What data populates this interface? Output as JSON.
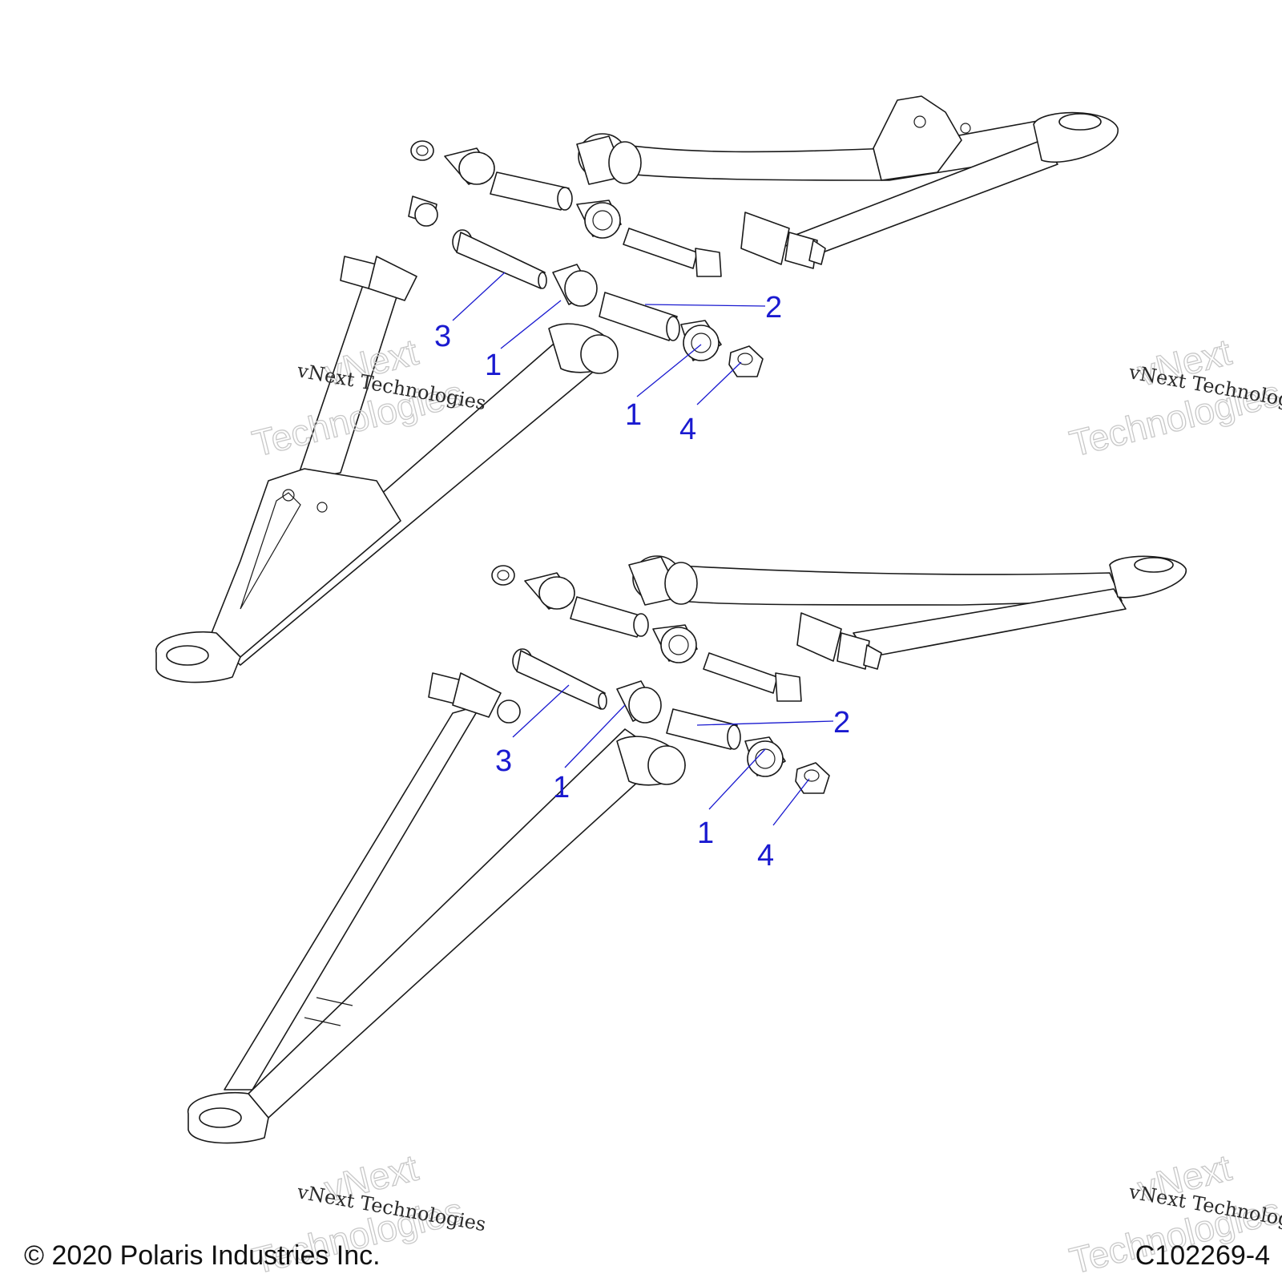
{
  "footer": {
    "copyright": "© 2020 Polaris Industries Inc.",
    "illustration_id": "C102269-4"
  },
  "watermarks": {
    "line1": "vNext",
    "line2": "Technologies",
    "caption": "vNext Technologies"
  },
  "callouts": {
    "upper": {
      "c1a": "1",
      "c1b": "1",
      "c2": "2",
      "c3": "3",
      "c4": "4"
    },
    "lower": {
      "c1a": "1",
      "c1b": "1",
      "c2": "2",
      "c3": "3",
      "c4": "4"
    }
  },
  "colors": {
    "callout": "#1a1ad0",
    "line": "#1a1a1a",
    "watermark": "#c8c8c8"
  }
}
